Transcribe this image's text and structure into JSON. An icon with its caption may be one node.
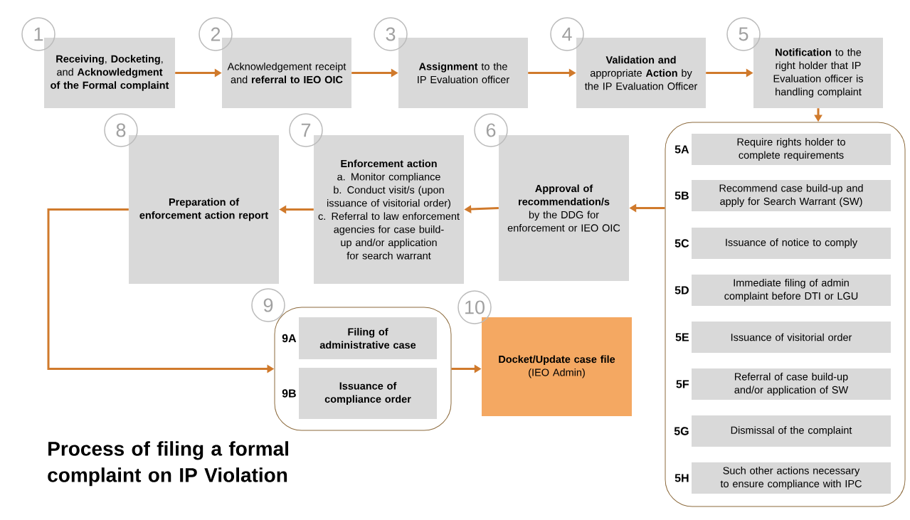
{
  "diagram": {
    "title": "Process of filing a formal complaint on IP Violation",
    "nodes": [
      {
        "text": [
          "**Receiving**, **Docketing**, and **Acknowledgment of the Formal complaint**"
        ],
        "beside": [
          "1"
        ]
      },
      {
        "text": [
          "Acknowledgement receipt and **referral to IEO OIC**"
        ],
        "beside": [
          "2"
        ]
      },
      {
        "text": [
          "**Assignment** to the IP Evaluation officer"
        ],
        "beside": [
          "3"
        ]
      },
      {
        "text": [
          "**Validation and** appropriate **Action** by the IP Evaluation Officer"
        ],
        "beside": [
          "4"
        ]
      },
      {
        "text": [
          "**Notification** to the right holder that IP Evaluation officer is handling complaint"
        ],
        "beside": [
          "5"
        ]
      },
      {
        "text": [],
        "shape": "box"
      },
      {
        "text": [
          "Require rights holder to complete requirements"
        ],
        "in": 5,
        "beside": [
          "5A"
        ]
      },
      {
        "text": [
          "Recommend case build-up and apply for Search Warrant (SW)"
        ],
        "in": 5,
        "beside": [
          "5B"
        ]
      },
      {
        "text": [
          "Issuance of notice to comply"
        ],
        "in": 5,
        "beside": [
          "5C"
        ]
      },
      {
        "text": [
          "Immediate filing of admin complaint before DTI or LGU"
        ],
        "in": 5,
        "beside": [
          "5D"
        ]
      },
      {
        "text": [
          "Issuance of visitorial order"
        ],
        "in": 5,
        "beside": [
          "5E"
        ]
      },
      {
        "text": [
          "Referral of case build-up and/or application of SW"
        ],
        "in": 5,
        "beside": [
          "5F"
        ]
      },
      {
        "text": [
          "Dismissal of the complaint"
        ],
        "in": 5,
        "beside": [
          "5G"
        ]
      },
      {
        "text": [
          "Such other actions necessary to ensure compliance with IPC"
        ],
        "in": 5,
        "beside": [
          "5H"
        ]
      },
      {
        "text": [
          "**Approval of recommendation/s** by the DDG for enforcement or IEO OIC"
        ],
        "beside": [
          "6"
        ]
      },
      {
        "text": [
          "Enforcement action",
          "a. Monitor compliance",
          "b. Conduct visit/s (upon issuance of visitorial order)",
          "c. Referral to law enforcement agencies for case build-up and/or application for search warrant"
        ],
        "beside": [
          "7"
        ]
      },
      {
        "text": [
          "Preparation of enforcement action report"
        ],
        "beside": [
          "8"
        ]
      },
      {
        "text": [],
        "shape": "box",
        "beside": [
          "9"
        ]
      },
      {
        "text": [
          "Filing of administrative case"
        ],
        "in": 17,
        "beside": [
          "9A"
        ]
      },
      {
        "text": [
          "Issuance of compliance order"
        ],
        "in": 17,
        "beside": [
          "9B"
        ]
      },
      {
        "text": [
          "Docket/Update case file",
          "(IEO Admin)"
        ],
        "beside": [
          "10"
        ]
      }
    ],
    "edges": [
      {
        "from": 0,
        "to": 1,
        "arrow": "to"
      },
      {
        "from": 1,
        "to": 2,
        "arrow": "to"
      },
      {
        "from": 2,
        "to": 3,
        "arrow": "to"
      },
      {
        "from": 3,
        "to": 4,
        "arrow": "to"
      },
      {
        "from": 4,
        "to": 5,
        "arrow": "to"
      },
      {
        "from": 5,
        "to": 14,
        "arrow": "to"
      },
      {
        "from": 14,
        "to": 15,
        "arrow": "to"
      },
      {
        "from": 15,
        "to": 16,
        "arrow": "to"
      },
      {
        "from": 16,
        "to": 17,
        "arrow": "to"
      },
      {
        "from": 17,
        "to": 20,
        "arrow": "to"
      }
    ]
  }
}
